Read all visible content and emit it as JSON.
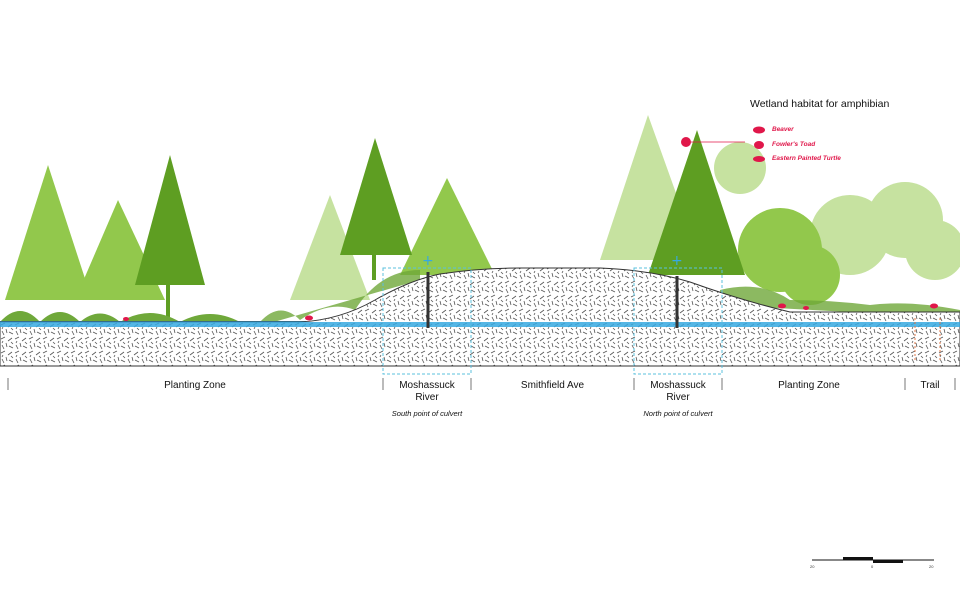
{
  "legend": {
    "title": "Wetland habitat for amphibian",
    "items": [
      {
        "label": "Beaver",
        "icon": "beaver-icon"
      },
      {
        "label": "Fowler's Toad",
        "icon": "toad-icon"
      },
      {
        "label": "Eastern Painted Turtle",
        "icon": "turtle-icon"
      }
    ]
  },
  "zones": [
    {
      "label": "Planting Zone"
    },
    {
      "label": "Moshassuck\nRiver",
      "note": "South point of culvert"
    },
    {
      "label": "Smithfield Ave"
    },
    {
      "label": "Moshassuck\nRiver",
      "note": "North point of culvert"
    },
    {
      "label": "Planting Zone"
    },
    {
      "label": "Trail"
    }
  ],
  "scale_bar": {
    "ticks": [
      "20",
      "0",
      "20"
    ]
  },
  "colors": {
    "accent": "#e0174a",
    "water": "#36a9e1",
    "culvert_outline": "#5bc0de",
    "tree_dark": "#5a9a1a",
    "tree_mid": "#86c13b",
    "tree_light": "#c3e09a"
  }
}
